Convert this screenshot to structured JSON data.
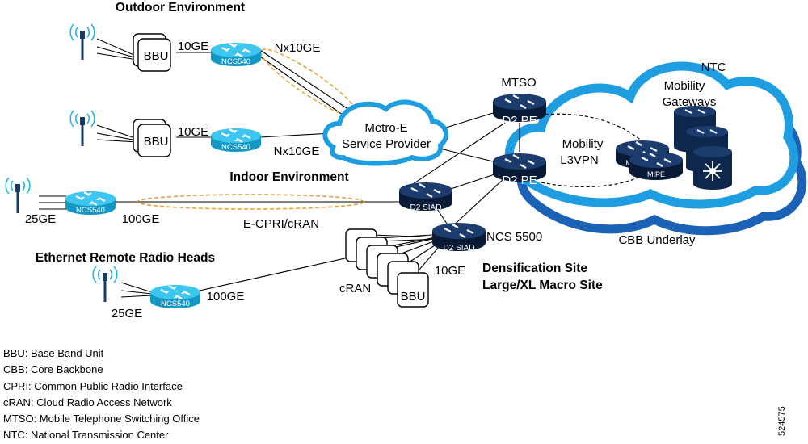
{
  "sections": {
    "outdoor": "Outdoor Environment",
    "indoor": "Indoor Environment",
    "ethernet_rrh": "Ethernet Remote Radio Heads",
    "densification": "Densification Site",
    "macro": "Large/XL Macro Site",
    "cbb_underlay": "CBB Underlay",
    "ntc": "NTC",
    "mobility_gateways_1": "Mobility",
    "mobility_gateways_2": "Gateways",
    "mobility_l3vpn_1": "Mobility",
    "mobility_l3vpn_2": "L3VPN",
    "mtso": "MTSO"
  },
  "nodes": {
    "bbu": "BBU",
    "ncs540": "NCS540",
    "metro_e_1": "Metro-E",
    "metro_e_2": "Service Provider",
    "d2pe": "D2 PE",
    "d2siad": "D2 SIAD",
    "ncs5500": "NCS 5500",
    "mipe": "MIPE",
    "mipe_back": "M",
    "cran": "cRAN"
  },
  "links": {
    "l10ge": "10GE",
    "nx10ge": "Nx10GE",
    "l25ge": "25GE",
    "l100ge": "100GE",
    "ecpri": "E-CPRI/cRAN"
  },
  "legend": [
    "BBU: Base Band Unit",
    "CBB: Core Backbone",
    "CPRI: Common Public Radio Interface",
    "cRAN: Cloud Radio Access Network",
    "MTSO: Mobile Telephone Switching Office",
    "NTC: National Transmission Center"
  ],
  "figure_id": "524575",
  "colors": {
    "router_cyan": "#1fb6e6",
    "router_navy": "#0d274d",
    "cloud_blue": "#1e9ee0",
    "underlay_blue": "#1b62b6",
    "dashed_orange": "#e8a23a"
  }
}
